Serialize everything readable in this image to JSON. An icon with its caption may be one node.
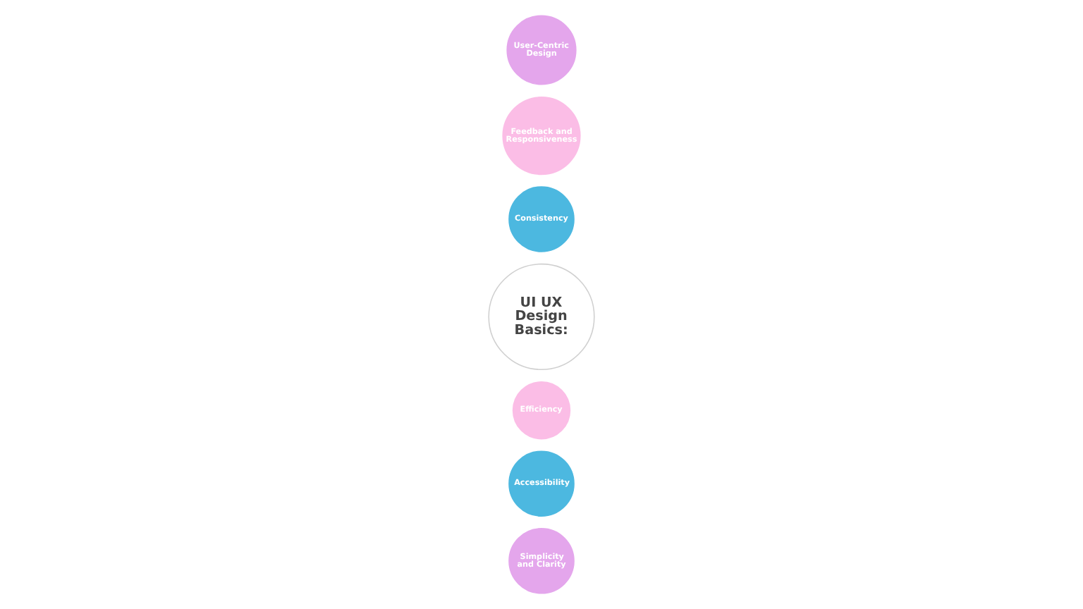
{
  "diagram": {
    "nodes": [
      {
        "text": [
          "Accessibility"
        ]
      },
      {
        "text": [
          "Feedback and Responsiveness"
        ]
      },
      {
        "text": [
          "Simplicity and Clarity"
        ]
      },
      {
        "text": [
          "UI UX Design Basics:"
        ]
      },
      {
        "text": [
          "Efficiency"
        ]
      },
      {
        "text": [
          "Consistency"
        ]
      },
      {
        "text": [
          "User-Centric Design"
        ]
      }
    ],
    "edges": []
  }
}
